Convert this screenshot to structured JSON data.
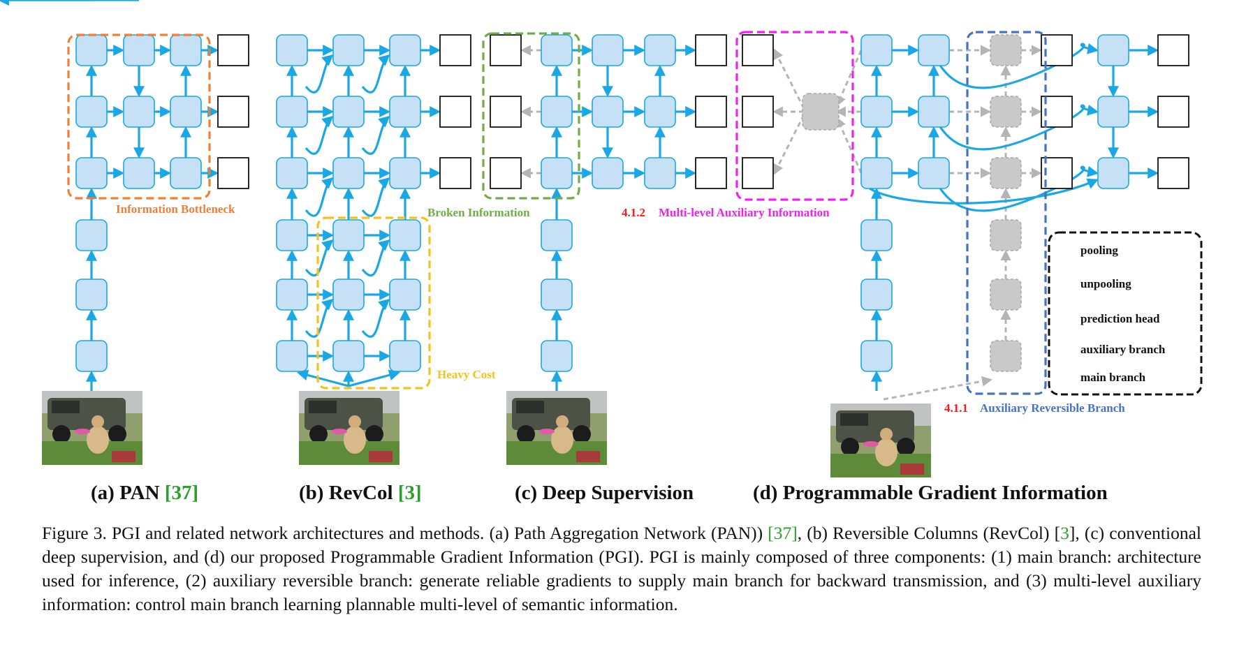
{
  "colors": {
    "main_fill": "#c6e1f5",
    "main_stroke": "#1aa7e6",
    "arrow_main": "#1aa7e6",
    "aux_fill": "#c9c9c9",
    "aux_stroke": "#a9a9a9",
    "arrow_aux": "#b5b5b5",
    "head_stroke": "#111111",
    "bottleneck": "#ee7f37",
    "heavy_cost": "#f4c21b",
    "broken": "#70ad47",
    "multi_level": "#ee22ee",
    "reversible": "#4472c4",
    "red_number": "#ff1a1a",
    "citation": "#2aa02a"
  },
  "panels": [
    {
      "letter": "(a)",
      "name": "PAN",
      "cite": "[37]"
    },
    {
      "letter": "(b)",
      "name": "RevCol",
      "cite": "[3]"
    },
    {
      "letter": "(c)",
      "name": "Deep Supervision",
      "cite": ""
    },
    {
      "letter": "(d)",
      "name": "Programmable Gradient Information",
      "cite": ""
    }
  ],
  "labels": {
    "information_bottleneck": "Information Bottleneck",
    "heavy_cost": "Heavy Cost",
    "broken_information": "Broken Information",
    "multi_level_num": "4.1.2",
    "multi_level_text": "Multi-level Auxiliary Information",
    "reversible_num": "4.1.1",
    "reversible_text": "Auxiliary Reversible Branch"
  },
  "legend": [
    {
      "icon": "pooling-arrow",
      "label": "pooling"
    },
    {
      "icon": "unpooling-arrow",
      "label": "unpooling"
    },
    {
      "icon": "prediction-head-box",
      "label": "prediction head"
    },
    {
      "icon": "auxiliary-branch-box",
      "label": "auxiliary branch"
    },
    {
      "icon": "main-branch-box",
      "label": "main branch"
    }
  ],
  "caption": {
    "p1": "Figure 3.  PGI and related network architectures and methods.  (a) Path Aggregation Network (PAN)) ",
    "c1": "[37]",
    "p2": ", (b) Reversible Columns (RevCol) [",
    "c2": "3",
    "p3": "], (c) conventional deep supervision, and (d) our proposed Programmable Gradient Information (PGI). PGI is mainly composed of three components: (1) main branch: architecture used for inference, (2) auxiliary reversible branch: generate reliable gradients to supply main branch for backward transmission, and (3) multi-level auxiliary information: control main branch learning plannable multi-level of semantic information."
  }
}
